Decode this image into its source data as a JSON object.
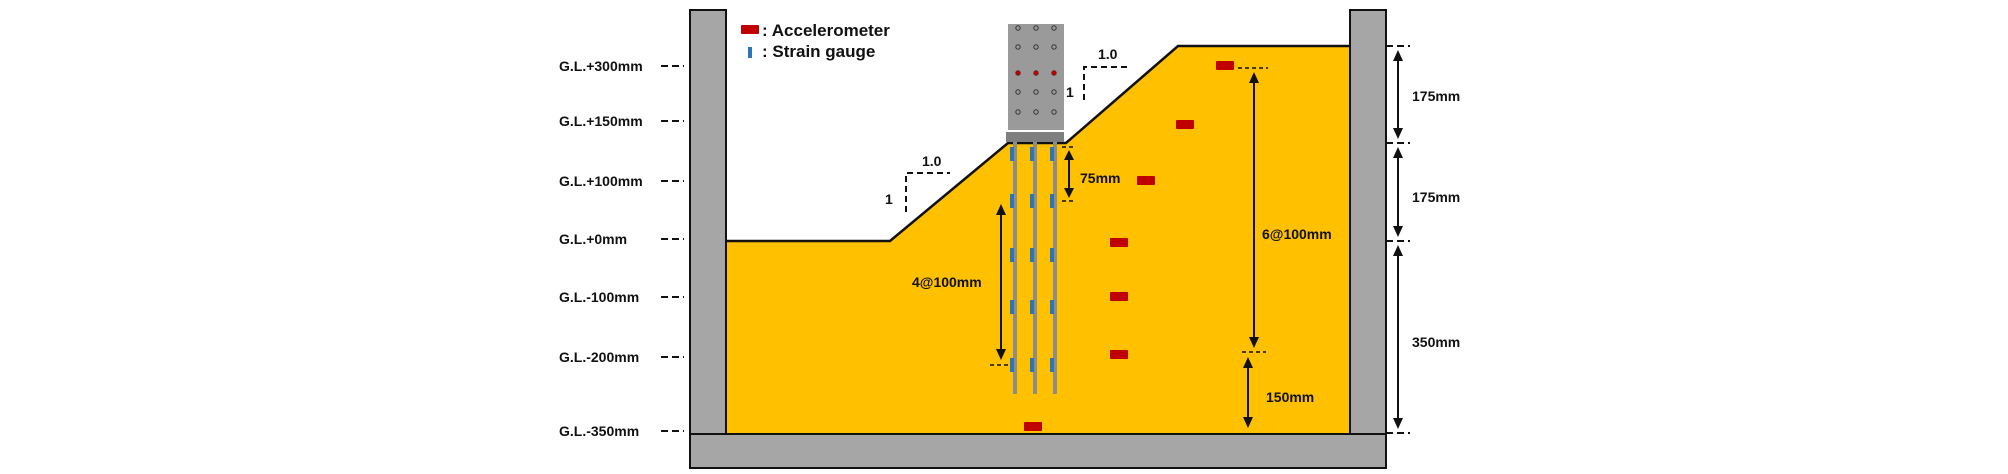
{
  "legend": {
    "accelerometer_label": ": Accelerometer",
    "strain_gauge_label": ": Strain gauge"
  },
  "levels": [
    {
      "label": "G.L.+300mm"
    },
    {
      "label": "G.L.+150mm"
    },
    {
      "label": "G.L.+100mm"
    },
    {
      "label": "G.L.+0mm"
    },
    {
      "label": "G.L.-100mm"
    },
    {
      "label": "G.L.-200mm"
    },
    {
      "label": "G.L.-350mm"
    }
  ],
  "slopes": {
    "upper_horizontal": "1.0",
    "upper_vertical": "1",
    "lower_horizontal": "1.0",
    "lower_vertical": "1"
  },
  "dimensions": {
    "gauge_top_spacing": "75mm",
    "gauge_spacing": "4@100mm",
    "accelerometer_spacing": "6@100mm",
    "accelerometer_bottom": "150mm",
    "right_upper": "175mm",
    "right_middle": "175mm",
    "right_lower": "350mm"
  },
  "colors": {
    "soil": "#FFC000",
    "container": "#A6A6A6",
    "accelerometer": "#C00000",
    "strain_gauge": "#2E75B6",
    "pile": "#8C8C8C"
  }
}
